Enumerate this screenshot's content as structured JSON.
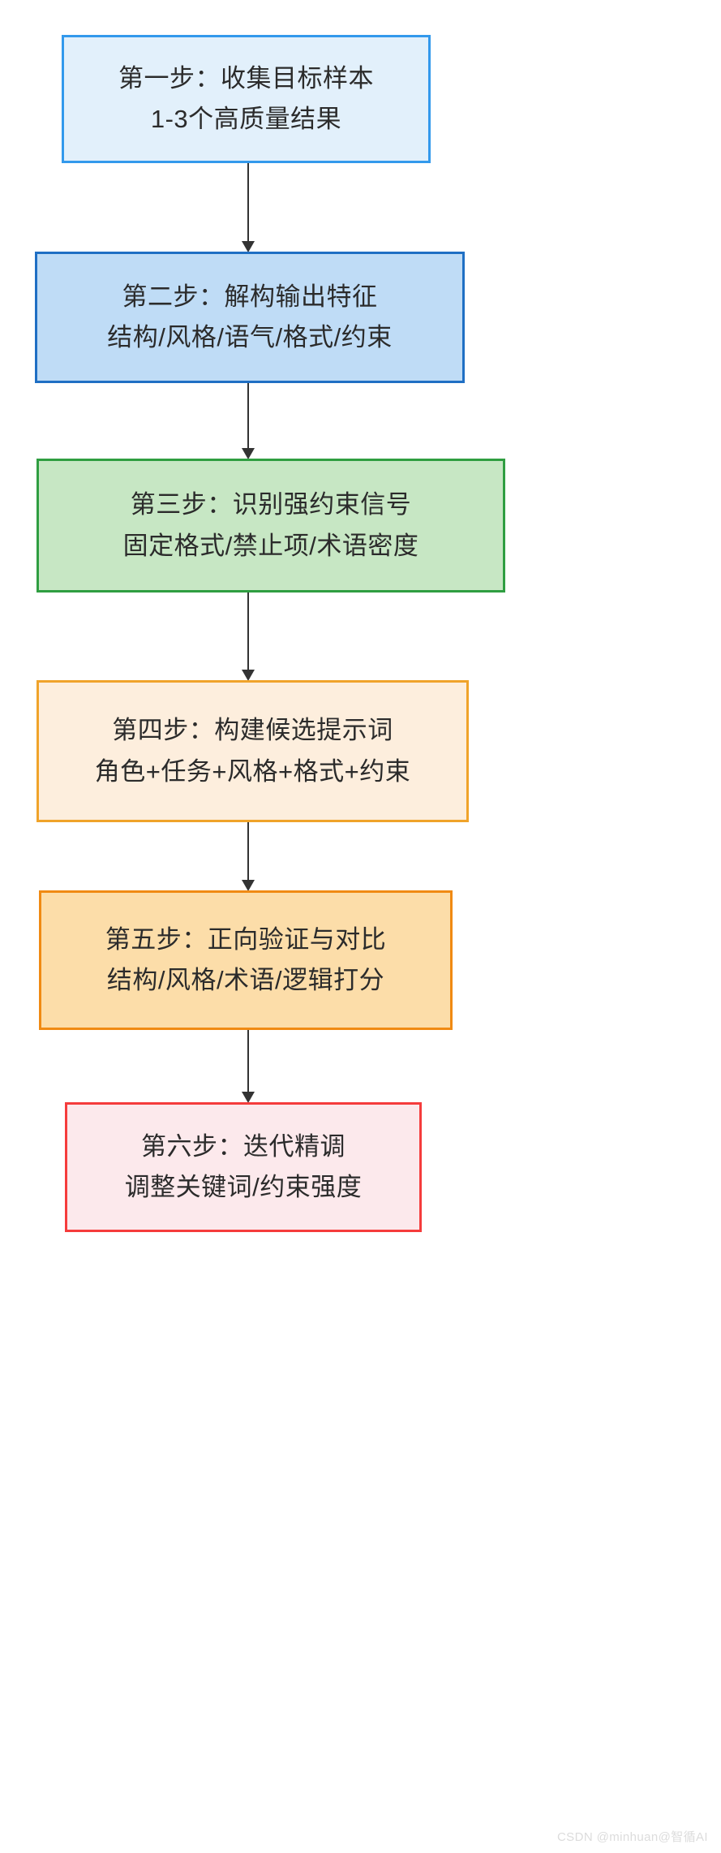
{
  "chart_data": {
    "type": "diagram",
    "diagram_type": "flowchart-vertical",
    "title": "",
    "nodes": [
      {
        "id": "step-1",
        "line1": "第一步：收集目标样本",
        "line2": "1-3个高质量结果",
        "fill": "#e2f0fb",
        "stroke": "#3399ec"
      },
      {
        "id": "step-2",
        "line1": "第二步：解构输出特征",
        "line2": "结构/风格/语气/格式/约束",
        "fill": "#bfdcf6",
        "stroke": "#1f6fc4"
      },
      {
        "id": "step-3",
        "line1": "第三步：识别强约束信号",
        "line2": "固定格式/禁止项/术语密度",
        "fill": "#c7e7c4",
        "stroke": "#2f9e41"
      },
      {
        "id": "step-4",
        "line1": "第四步：构建候选提示词",
        "line2": "角色+任务+风格+格式+约束",
        "fill": "#fdeedd",
        "stroke": "#f0a32a"
      },
      {
        "id": "step-5",
        "line1": "第五步：正向验证与对比",
        "line2": "结构/风格/术语/逻辑打分",
        "fill": "#fcdda9",
        "stroke": "#f08a13"
      },
      {
        "id": "step-6",
        "line1": "第六步：迭代精调",
        "line2": "调整关键词/约束强度",
        "fill": "#fce9ec",
        "stroke": "#f53c3c"
      }
    ],
    "edges": [
      {
        "from": "step-1",
        "to": "step-2",
        "label": ""
      },
      {
        "from": "step-2",
        "to": "step-3",
        "label": ""
      },
      {
        "from": "step-3",
        "to": "step-4",
        "label": ""
      },
      {
        "from": "step-4",
        "to": "step-5",
        "label": ""
      },
      {
        "from": "step-5",
        "to": "step-6",
        "label": ""
      }
    ],
    "edge_color": "#333333",
    "background": "#ffffff"
  },
  "watermark": {
    "text": "CSDN @minhuan@智循AI"
  }
}
